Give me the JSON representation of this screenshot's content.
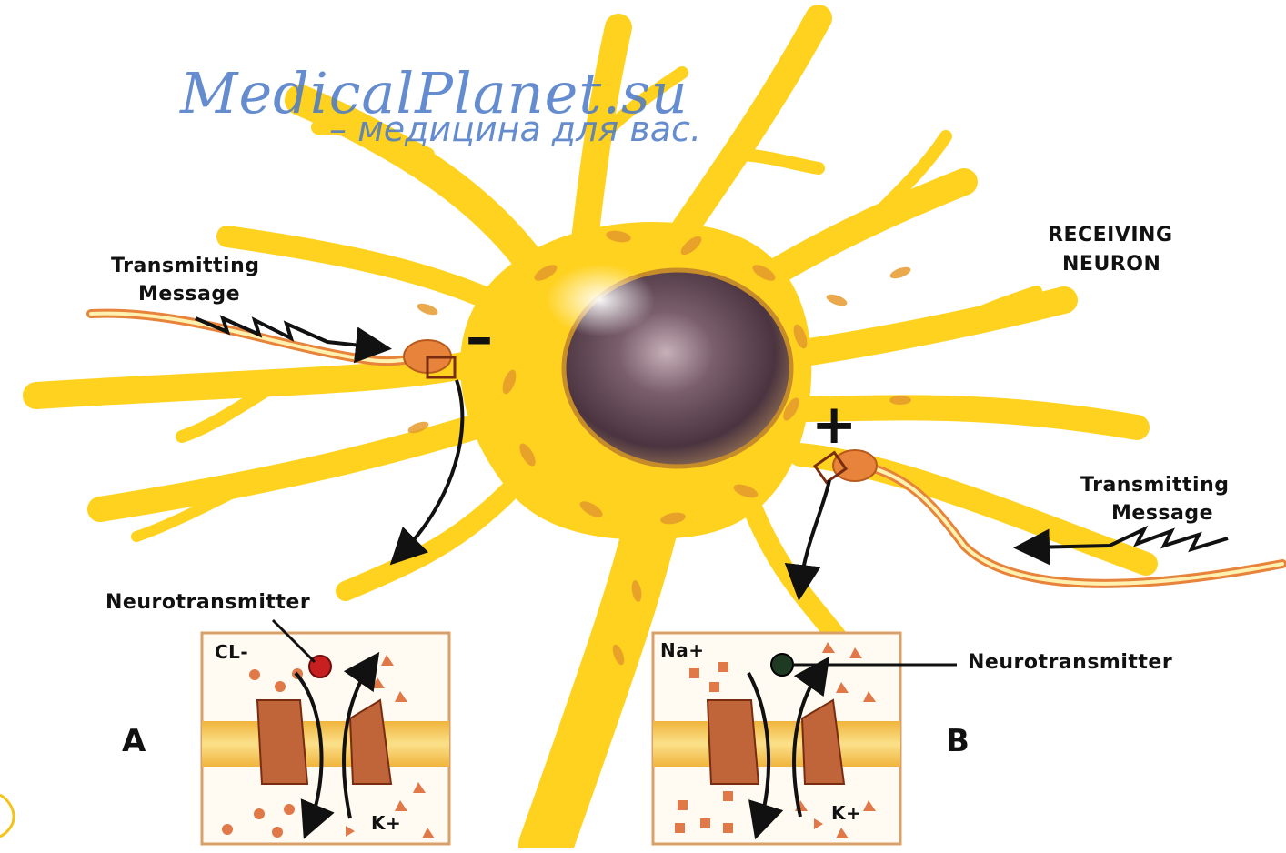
{
  "watermark": {
    "site": "MedicalPlanet.su",
    "tagline": "– медицина для вас."
  },
  "labels": {
    "receiving_neuron": [
      "RECEIVING",
      "NEURON"
    ],
    "transmitting_left": [
      "Transmitting",
      "Message"
    ],
    "transmitting_right": [
      "Transmitting",
      "Message"
    ],
    "neurotransmitter_left": "Neurotransmitter",
    "neurotransmitter_right": "Neurotransmitter",
    "minus_sign": "–",
    "plus_sign": "+"
  },
  "panels": {
    "a": {
      "letter": "A",
      "ion_in": "CL-",
      "ion_out": "K+"
    },
    "b": {
      "letter": "B",
      "ion_in": "Na+",
      "ion_out": "K+"
    }
  },
  "colors": {
    "neuron_fill": "#ffd21f",
    "neuron_edge": "#f2a800",
    "nucleus": "#5b4250",
    "axon_terminal": "#e7833a",
    "membrane": "#f5c24a",
    "channel": "#c0643a",
    "watermark": "#4a78c6"
  }
}
